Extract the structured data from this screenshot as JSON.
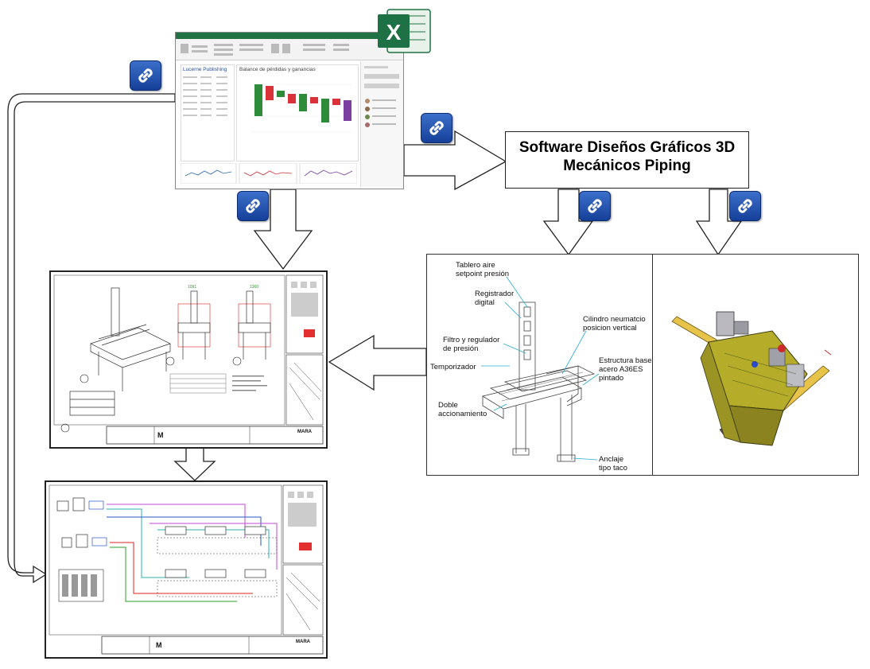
{
  "title_box": {
    "line1": "Software Diseños Gráficos 3D",
    "line2": "Mecánicos Piping"
  },
  "excel": {
    "app_icon": "excel-icon",
    "panel_title": "Lucerne Publishing",
    "chart_title": "Balance de pérdidas y ganancias",
    "colors": {
      "ribbon": "#217346",
      "up": "#2e8b3a",
      "down": "#d9323b",
      "total": "#7b3fa0",
      "icon_green": "#1e7145"
    }
  },
  "cad_labels": [
    "Tablero aire",
    "setpoint presión",
    "Registrador",
    "digital",
    "Filtro y regulador",
    "de presión",
    "Temporizador",
    "Doble",
    "accionamiento",
    "Cilindro neumatcio",
    "posicion vertical",
    "Estructura base",
    "acero A36ES",
    "pintado",
    "Anclaje",
    "tipo taco"
  ],
  "link_icon": "link-icon",
  "colors": {
    "link_button": "#2a58b8",
    "arrow": "#ffffff",
    "arrow_stroke": "#222222"
  }
}
